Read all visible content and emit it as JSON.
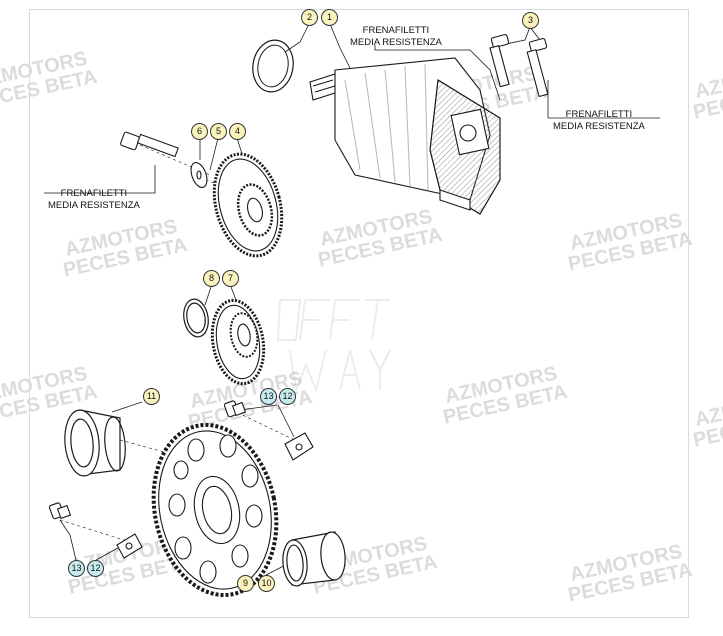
{
  "watermark": {
    "line1": "AZMOTORS",
    "line2": "PECES BETA",
    "faded_logo": "BETA OFF WAY"
  },
  "notes": {
    "threadlock_1_line1": "FRENAFILETTI",
    "threadlock_1_line2": "MEDIA RESISTENZA",
    "threadlock_2_line1": "FRENAFILETTI",
    "threadlock_2_line2": "MEDIA RESISTENZA",
    "threadlock_3_line1": "FRENAFILETTI",
    "threadlock_3_line2": "MEDIA RESISTENZA"
  },
  "callouts": [
    {
      "id": "c2",
      "label": "2",
      "color": "yellow"
    },
    {
      "id": "c1",
      "label": "1",
      "color": "yellow"
    },
    {
      "id": "c3",
      "label": "3",
      "color": "yellow"
    },
    {
      "id": "c6",
      "label": "6",
      "color": "yellow"
    },
    {
      "id": "c5",
      "label": "5",
      "color": "yellow"
    },
    {
      "id": "c4",
      "label": "4",
      "color": "yellow"
    },
    {
      "id": "c8",
      "label": "8",
      "color": "yellow"
    },
    {
      "id": "c7",
      "label": "7",
      "color": "yellow"
    },
    {
      "id": "c11",
      "label": "11",
      "color": "yellow"
    },
    {
      "id": "c13a",
      "label": "13",
      "color": "cyan"
    },
    {
      "id": "c12a",
      "label": "12",
      "color": "cyan"
    },
    {
      "id": "c13b",
      "label": "13",
      "color": "cyan"
    },
    {
      "id": "c12b",
      "label": "12",
      "color": "cyan"
    },
    {
      "id": "c9",
      "label": "9",
      "color": "yellow"
    },
    {
      "id": "c10",
      "label": "10",
      "color": "yellow"
    }
  ],
  "colors": {
    "line": "#1a1a1a",
    "callout_yellow": "#fbf3bd",
    "callout_cyan": "#c6ecf0",
    "watermark": "#dcdcdc"
  }
}
